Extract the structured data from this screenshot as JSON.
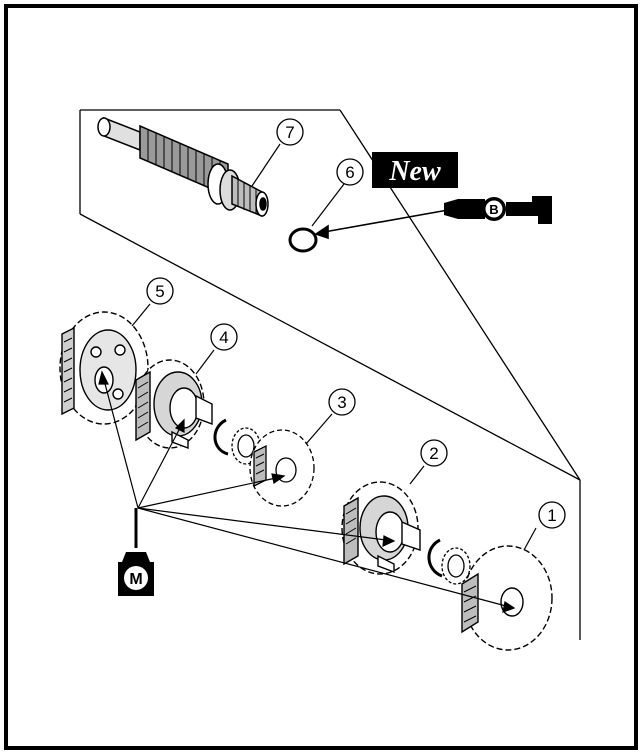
{
  "diagram": {
    "callouts": [
      "1",
      "2",
      "3",
      "4",
      "5",
      "6",
      "7"
    ],
    "new_badge": "New",
    "grease_badge": "B",
    "oil_badge": "M"
  },
  "colors": {
    "ink": "#000000",
    "paper": "#ffffff",
    "shade": "#bdbdbd"
  }
}
